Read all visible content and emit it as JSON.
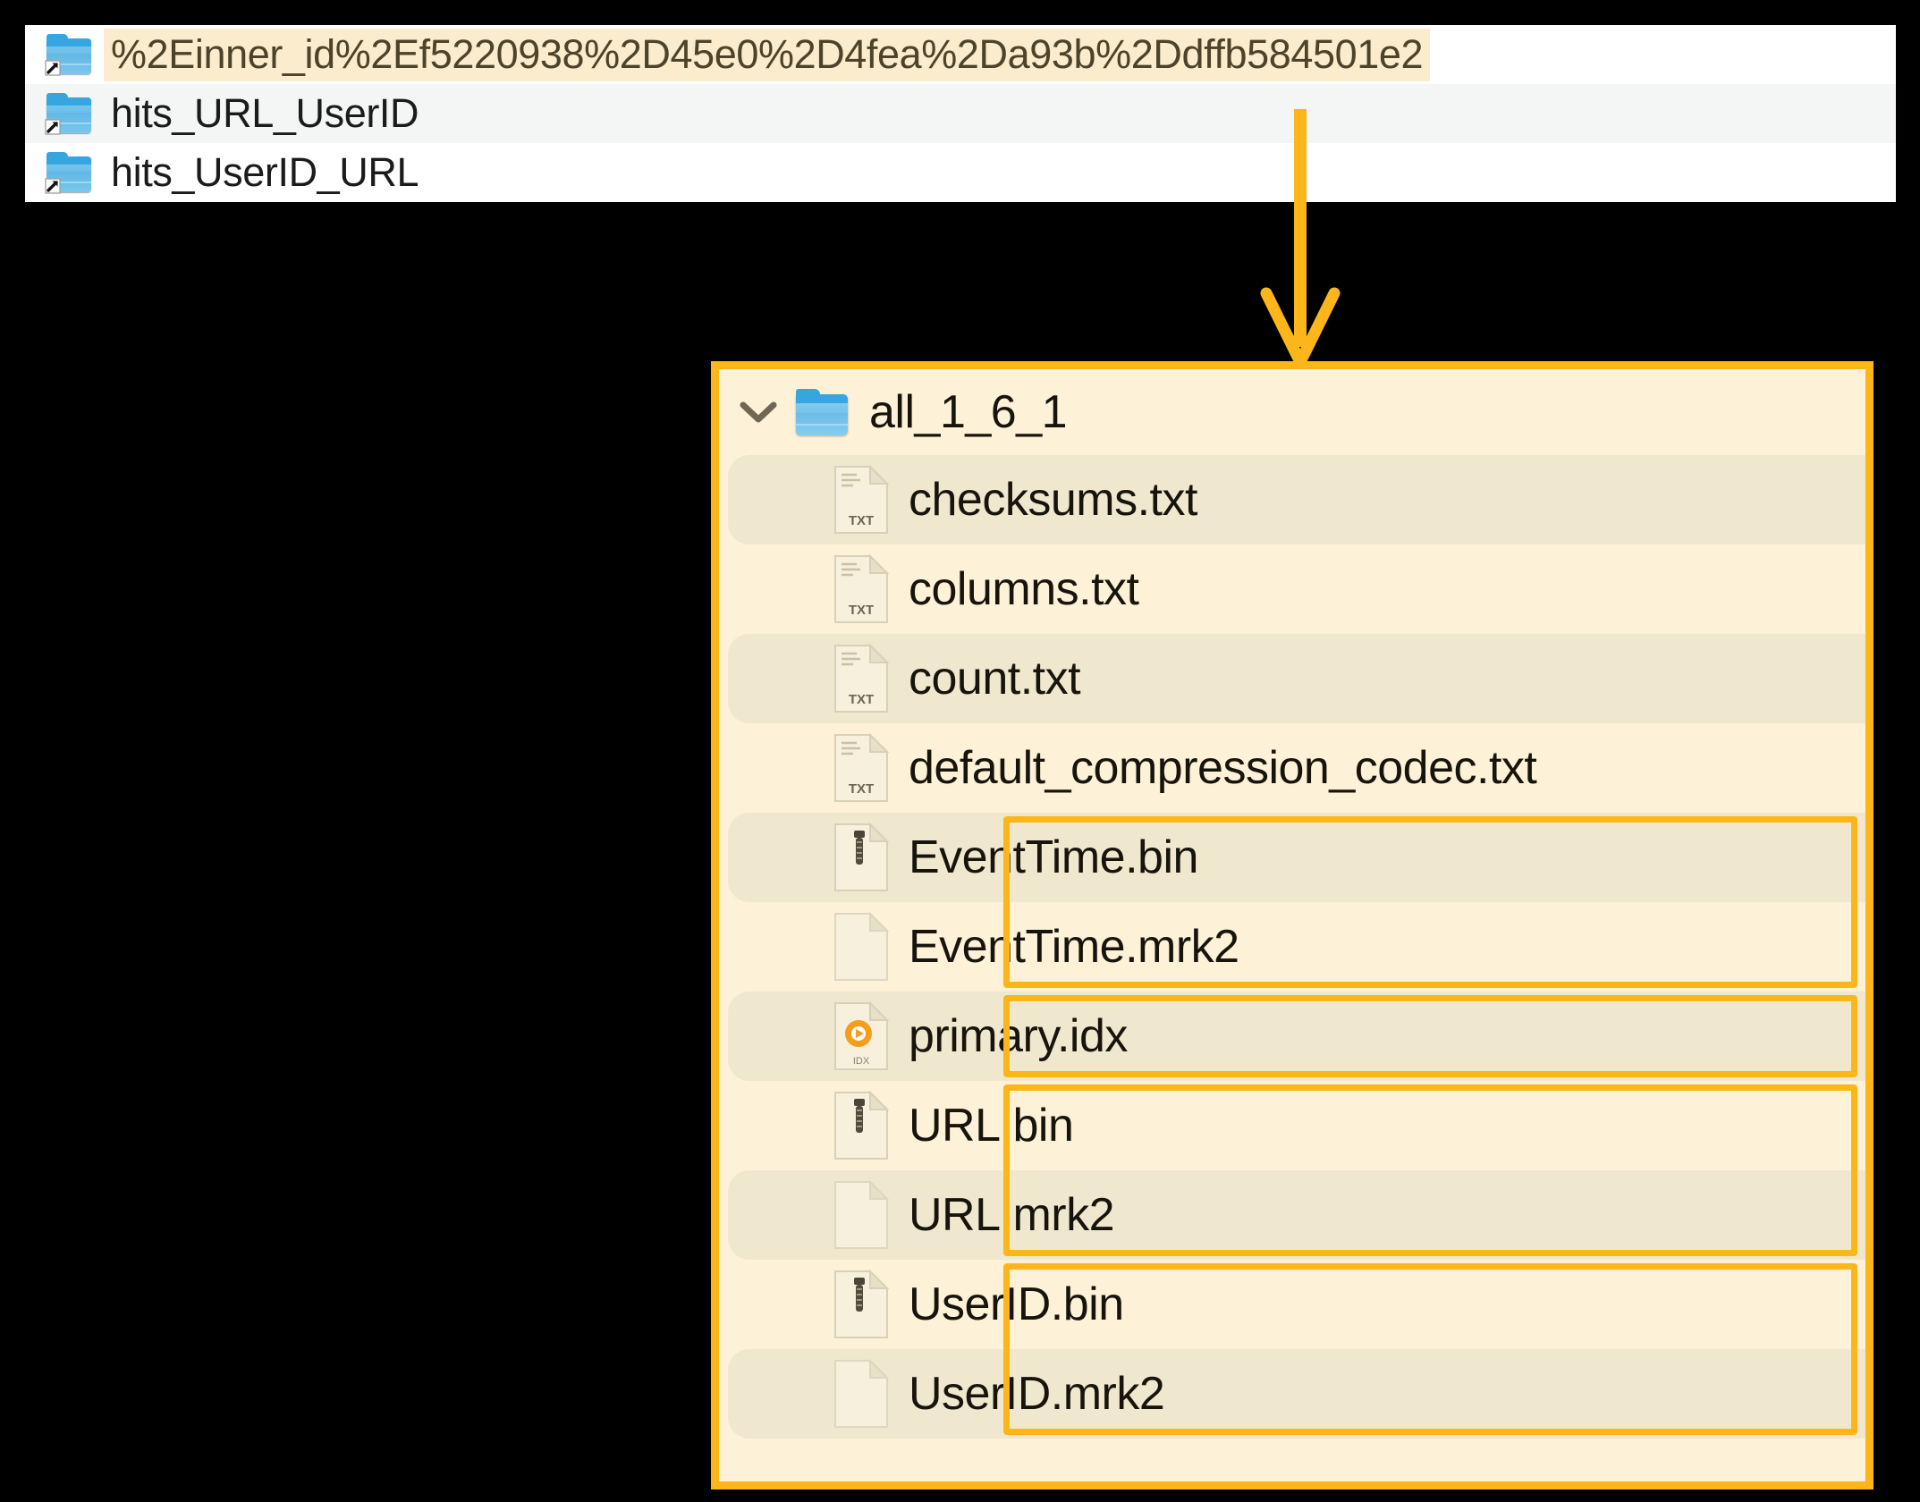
{
  "top_panel": {
    "rows": [
      {
        "icon": "folder-symlink-icon",
        "label": "%2Einner_id%2Ef5220938%2D45e0%2D4fea%2Da93b%2Ddffb584501e2",
        "state": "selected"
      },
      {
        "icon": "folder-symlink-icon",
        "label": "hits_URL_UserID",
        "state": "alternate"
      },
      {
        "icon": "folder-symlink-icon",
        "label": "hits_UserID_URL",
        "state": "plain"
      }
    ]
  },
  "connector": {
    "type": "arrow-down",
    "color": "#fcb619"
  },
  "part_panel": {
    "root": {
      "chevron": "chevron-down-icon",
      "icon": "folder-icon",
      "label": "all_1_6_1",
      "expanded": true
    },
    "files": [
      {
        "name": "checksums.txt",
        "icon": "txt-file-icon",
        "stripe": true,
        "highlighted": false
      },
      {
        "name": "columns.txt",
        "icon": "txt-file-icon",
        "stripe": false,
        "highlighted": false
      },
      {
        "name": "count.txt",
        "icon": "txt-file-icon",
        "stripe": true,
        "highlighted": false
      },
      {
        "name": "default_compression_codec.txt",
        "icon": "txt-file-icon",
        "stripe": false,
        "highlighted": false
      },
      {
        "name": "EventTime.bin",
        "icon": "bin-file-icon",
        "stripe": true,
        "highlighted": true
      },
      {
        "name": "EventTime.mrk2",
        "icon": "blank-file-icon",
        "stripe": false,
        "highlighted": true
      },
      {
        "name": "primary.idx",
        "icon": "idx-file-icon",
        "stripe": true,
        "highlighted": true
      },
      {
        "name": "URL.bin",
        "icon": "bin-file-icon",
        "stripe": false,
        "highlighted": true
      },
      {
        "name": "URL.mrk2",
        "icon": "blank-file-icon",
        "stripe": true,
        "highlighted": true
      },
      {
        "name": "UserID.bin",
        "icon": "bin-file-icon",
        "stripe": false,
        "highlighted": true
      },
      {
        "name": "UserID.mrk2",
        "icon": "blank-file-icon",
        "stripe": true,
        "highlighted": true
      }
    ],
    "highlight_groups": [
      {
        "from": "EventTime.bin",
        "to": "EventTime.mrk2"
      },
      {
        "from": "primary.idx",
        "to": "primary.idx"
      },
      {
        "from": "URL.bin",
        "to": "URL.mrk2"
      },
      {
        "from": "UserID.bin",
        "to": "UserID.mrk2"
      }
    ]
  },
  "colors": {
    "accent": "#fcb619",
    "panel_background": "#fdf1d7",
    "row_stripe": "#f0e8ce",
    "selection_background": "#fbecce",
    "folder_blue": "#6cc0ea",
    "text": "#17140d"
  }
}
